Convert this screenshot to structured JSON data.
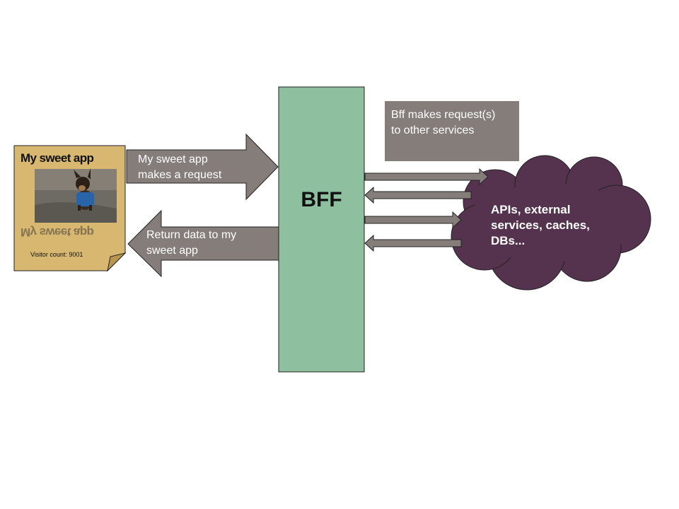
{
  "app_card": {
    "title": "My sweet app",
    "visitor_count": "Visitor count: 9001"
  },
  "arrows": {
    "request_line1": "My sweet app",
    "request_line2": "makes a request",
    "return_line1": "Return data to my",
    "return_line2": "sweet app"
  },
  "bff": {
    "label": "BFF"
  },
  "callout": {
    "line1": "Bff makes request(s)",
    "line2": "to other services"
  },
  "cloud": {
    "line1": "APIs, external",
    "line2": "services, caches,",
    "line3": "DBs..."
  },
  "colors": {
    "card_fill": "#d8b870",
    "bff_fill": "#8ebf9f",
    "arrow_fill": "#857d7a",
    "cloud_fill": "#55324e"
  }
}
